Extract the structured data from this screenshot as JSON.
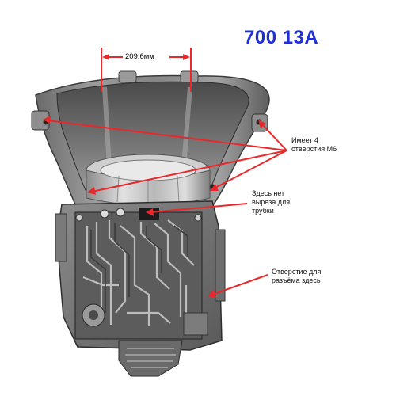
{
  "title": "700 13A",
  "dimension": {
    "label": "209.6мм"
  },
  "notes": {
    "holes": [
      "Имеет 4",
      "отверстия М6"
    ],
    "tube": [
      "Здесь нет",
      "выреза для",
      "трубки"
    ],
    "connector": [
      "Отверстие для",
      "разъёма здесь"
    ]
  },
  "colors": {
    "title": "#1f2fd8",
    "arrows": "#e8282a",
    "dimension": "#e8282a"
  }
}
